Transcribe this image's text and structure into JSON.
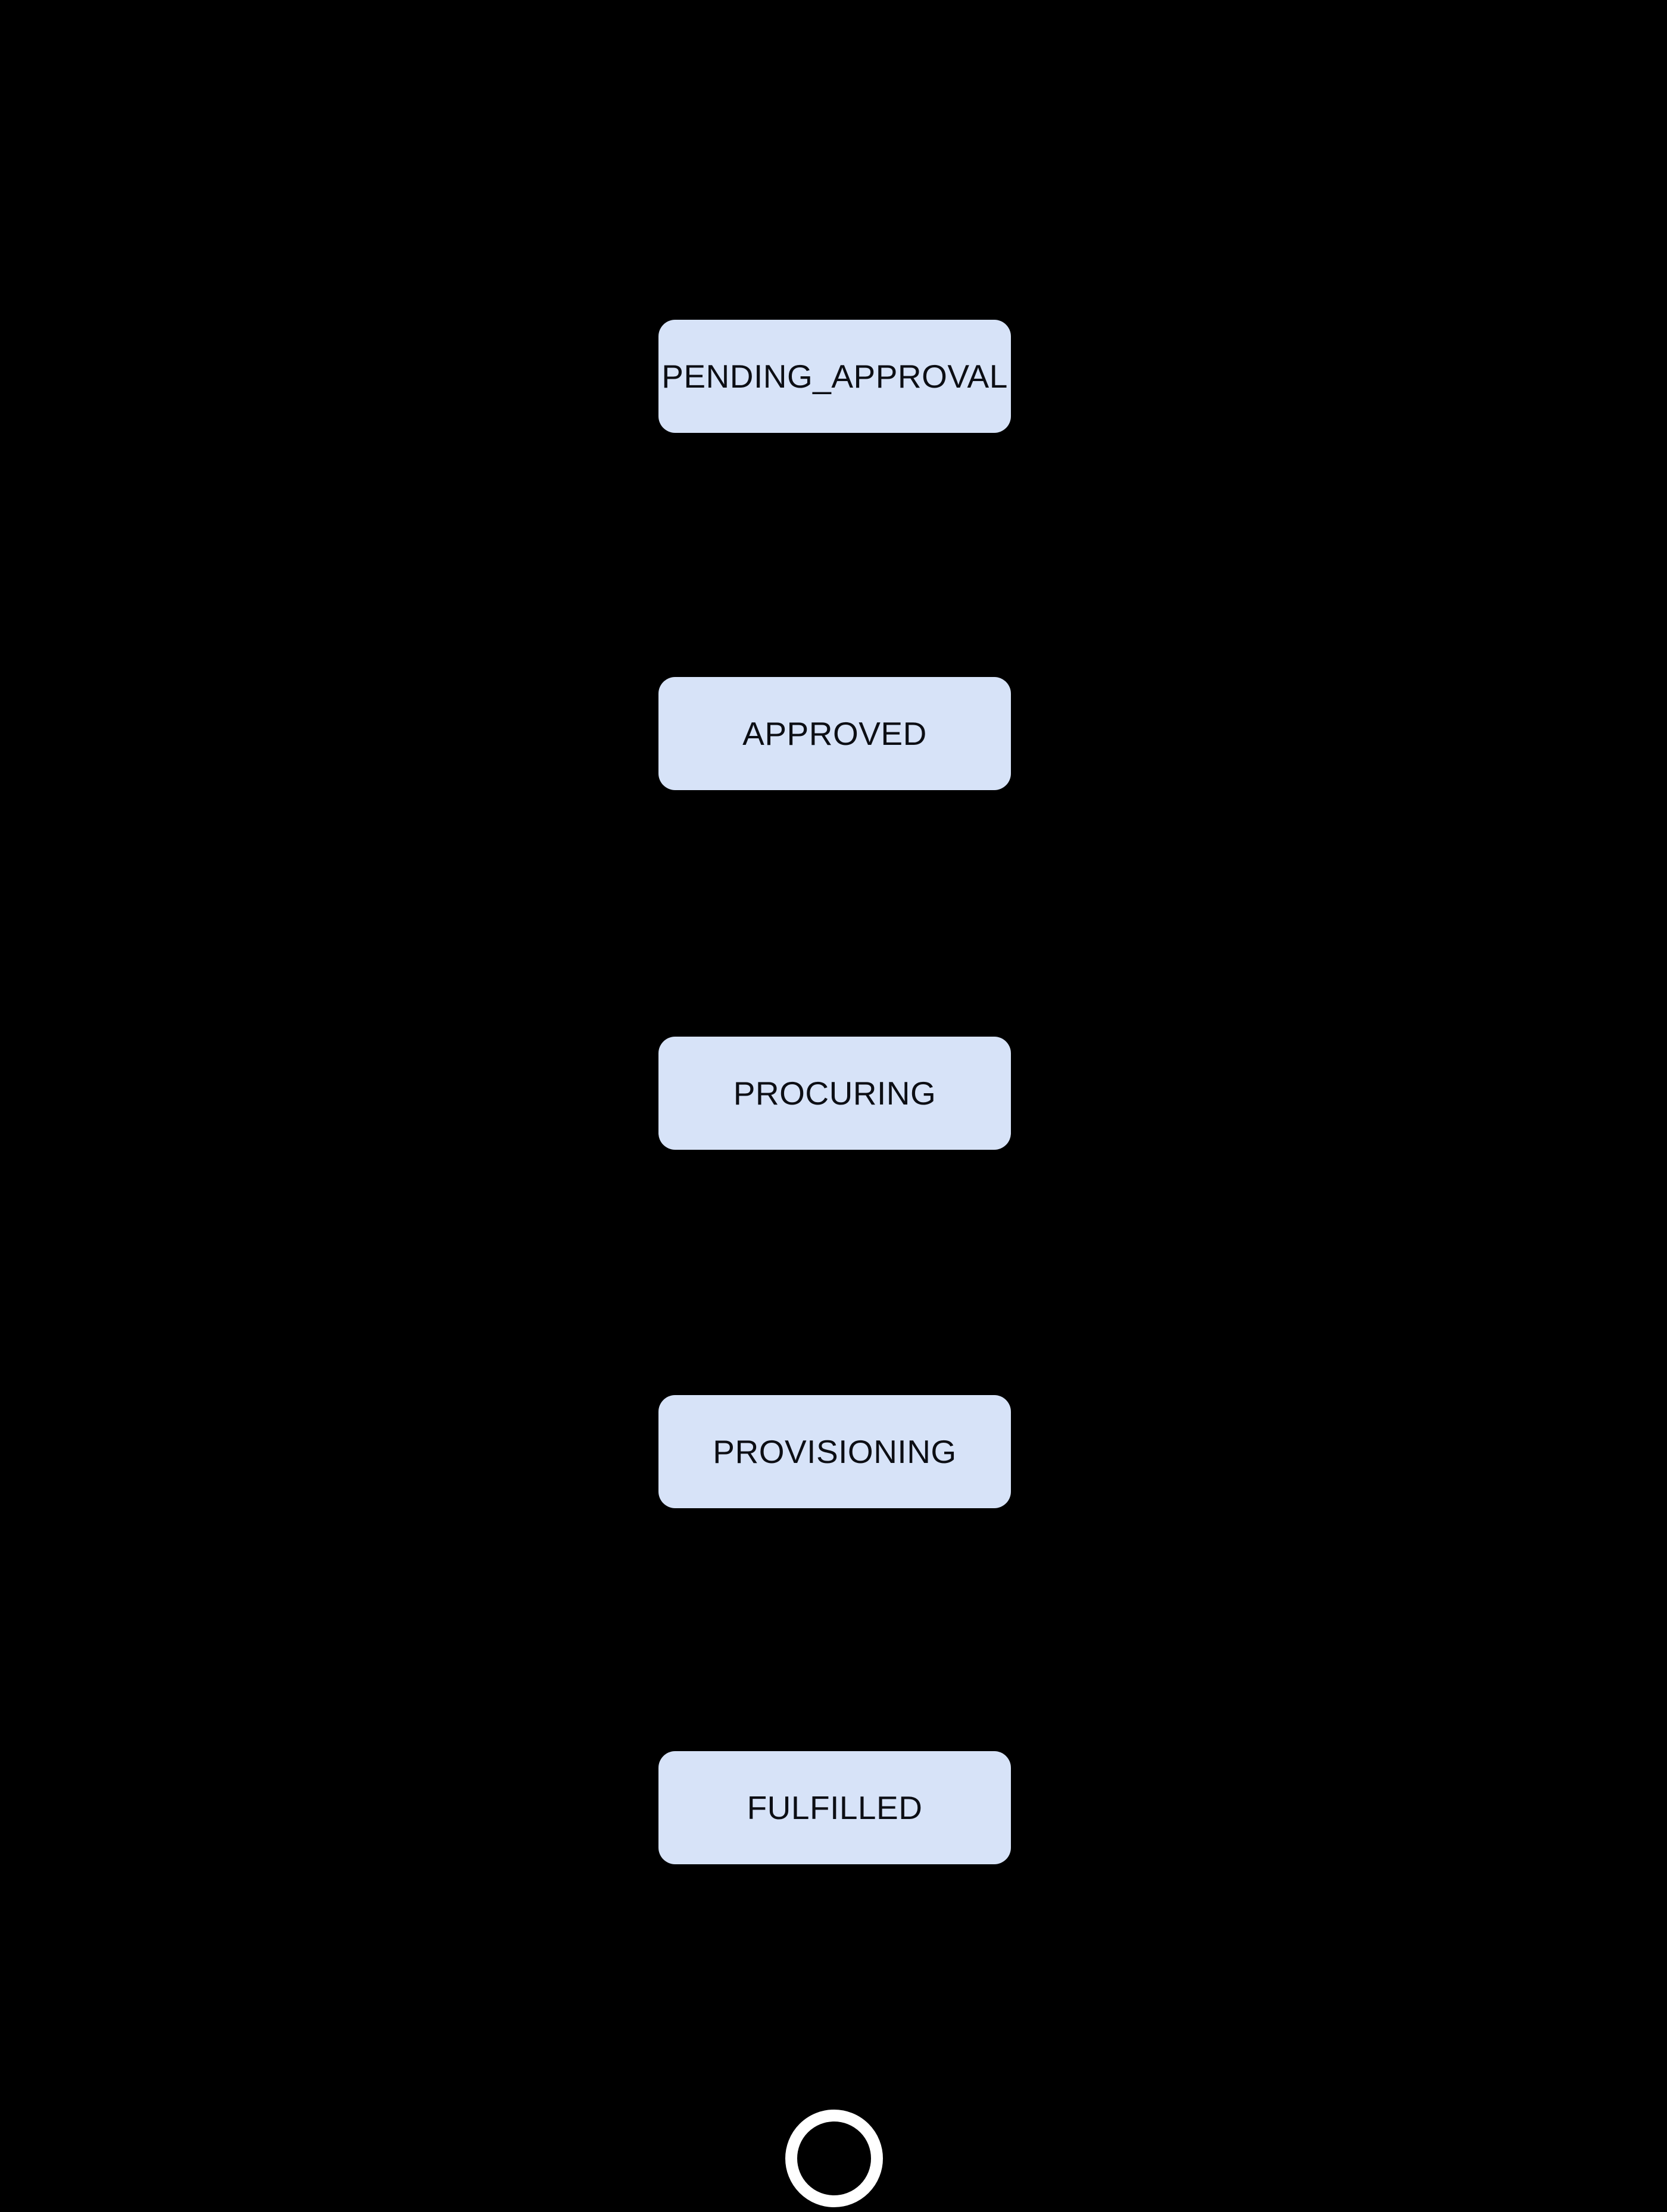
{
  "theme": {
    "background": "#000000",
    "node_fill": "#d7e3f8",
    "node_text": "#0c0e14",
    "end_ring": "#ffffff"
  },
  "diagram": {
    "kind": "state-flow",
    "direction": "top-down",
    "states": [
      {
        "id": "pending_approval",
        "label": "PENDING_APPROVAL"
      },
      {
        "id": "approved",
        "label": "APPROVED"
      },
      {
        "id": "procuring",
        "label": "PROCURING"
      },
      {
        "id": "provisioning",
        "label": "PROVISIONING"
      },
      {
        "id": "fulfilled",
        "label": "FULFILLED"
      }
    ],
    "end_state": {
      "shape": "ring"
    }
  }
}
